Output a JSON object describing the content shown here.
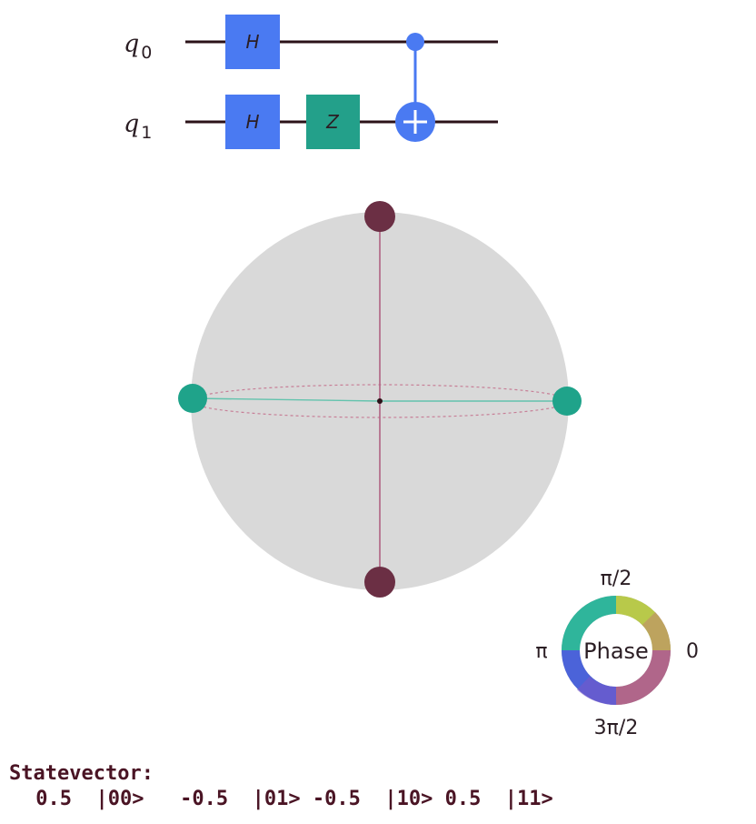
{
  "circuit": {
    "qubits": [
      {
        "name": "q",
        "index": "0"
      },
      {
        "name": "q",
        "index": "1"
      }
    ],
    "gates": [
      {
        "label": "H",
        "qubit": 0,
        "color": "#4a7af2"
      },
      {
        "label": "H",
        "qubit": 1,
        "color": "#4a7af2"
      },
      {
        "label": "Z",
        "qubit": 1,
        "color": "#23a08a"
      }
    ],
    "cnot": {
      "control": 0,
      "target": 1,
      "color": "#4a7af2"
    },
    "wire_color": "#2b1218"
  },
  "qsphere": {
    "sphere_color": "#d9d9d9",
    "states": [
      {
        "basis": "|00>",
        "amplitude": 0.5,
        "phase": "0"
      },
      {
        "basis": "|01>",
        "amplitude": -0.5,
        "phase": "π"
      },
      {
        "basis": "|10>",
        "amplitude": -0.5,
        "phase": "π"
      },
      {
        "basis": "|11>",
        "amplitude": 0.5,
        "phase": "0"
      }
    ],
    "colors": {
      "phase_0": "#6b2f44",
      "phase_pi": "#1fa38a",
      "lines_0": "#b56d86",
      "lines_pi": "#63c3ad"
    }
  },
  "phase_wheel": {
    "center_label": "Phase",
    "labels": {
      "top": "π/2",
      "left": "π",
      "right": "0",
      "bottom": "3π/2"
    }
  },
  "statevector": {
    "title": "Statevector:",
    "values": " 0.5  |00>   -0.5  |01> -0.5  |10> 0.5  |11>"
  }
}
